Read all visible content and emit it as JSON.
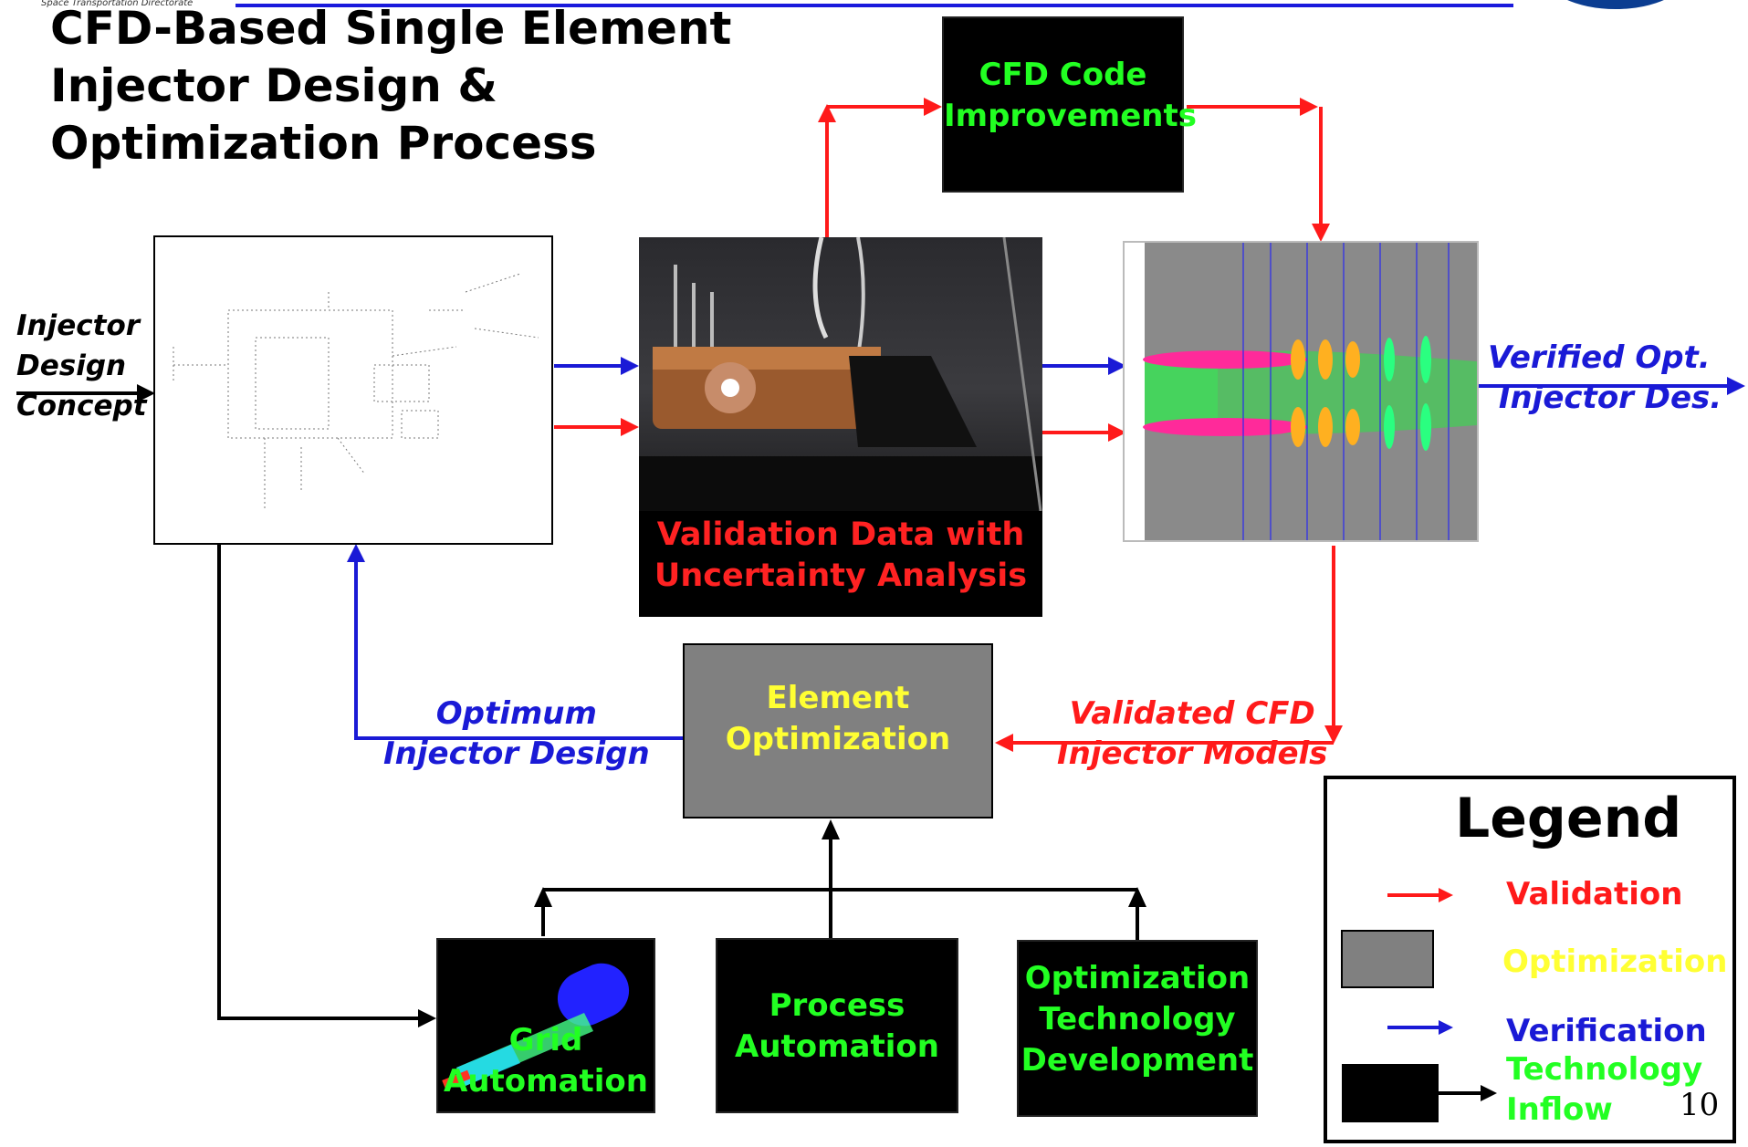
{
  "header": {
    "directorate": "Space Transportation Directorate",
    "title": "CFD-Based Single Element\nInjector Design &\nOptimization Process"
  },
  "nodes": {
    "cfd_code": "CFD Code\nImprovements",
    "validation": "Validation Data with\nUncertainty Analysis",
    "element_opt": "Element\nOptimization",
    "grid": "Grid\nAutomation",
    "process": "Process\nAutomation",
    "opt_tech": "Optimization\nTechnology\nDevelopment"
  },
  "labels": {
    "injector_concept": "Injector\nDesign\nConcept",
    "verified": "Verified Opt.\n Injector Des.",
    "optimum": "Optimum\nInjector Design",
    "validated": "Validated CFD\nInjector Models"
  },
  "legend": {
    "title": "Legend",
    "validation": "Validation",
    "optimization": "Optimization",
    "verification": "Verification",
    "technology_inflow": "Technology\nInflow"
  },
  "page_number": "10",
  "colors": {
    "validation": "#ff1a1a",
    "verification": "#1a1ad6",
    "optimization": "#ffff33",
    "technology": "#22ff22",
    "opt_box": "#808080",
    "technology_box": "#000000"
  },
  "icons": {
    "logo": "nasa-meatball-logo",
    "drawing": "engineering-drawing",
    "photo": "test-rig-photo",
    "cfd": "cfd-contour-plot",
    "grid": "grid-mesh-render"
  }
}
